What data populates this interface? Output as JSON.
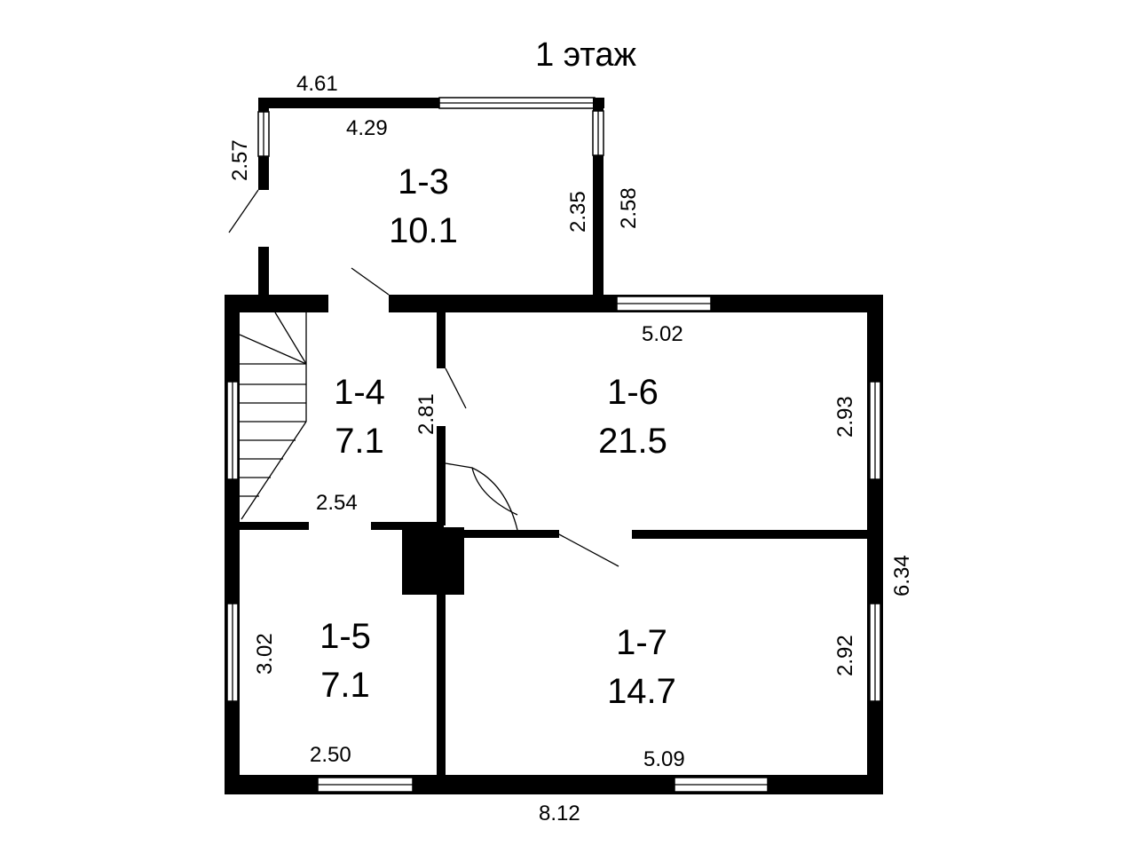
{
  "title": "1 этаж",
  "rooms": [
    {
      "id": "1-3",
      "area": "10.1"
    },
    {
      "id": "1-4",
      "area": "7.1"
    },
    {
      "id": "1-5",
      "area": "7.1"
    },
    {
      "id": "1-6",
      "area": "21.5"
    },
    {
      "id": "1-7",
      "area": "14.7"
    }
  ],
  "dimensions": {
    "annex_outer_width": "4.61",
    "annex_inner_width": "4.29",
    "annex_left_height": "2.57",
    "annex_inner_height": "2.35",
    "annex_outer_height": "2.58",
    "room_1_6_width": "5.02",
    "room_1_6_height": "2.93",
    "room_1_4_height": "2.81",
    "room_1_4_width": "2.54",
    "right_total_height": "6.34",
    "room_1_5_height": "3.02",
    "room_1_5_width": "2.50",
    "room_1_7_height": "2.92",
    "room_1_7_width": "5.09",
    "total_width": "8.12"
  }
}
